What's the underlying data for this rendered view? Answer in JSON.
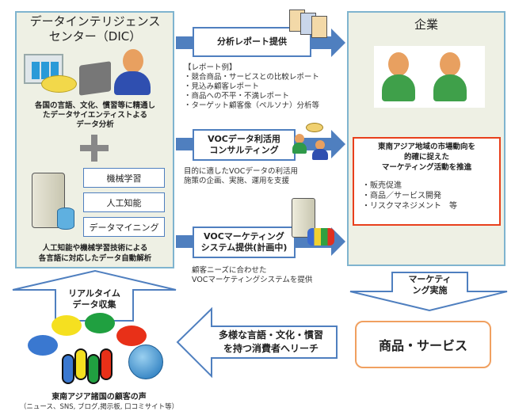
{
  "dic": {
    "title_line1": "データインテリジェンス",
    "title_line2": "センター（DIC）",
    "analyst_caption": [
      "各国の言語、文化、慣習等に精通し",
      "たデータサイエンティストよる",
      "データ分析"
    ],
    "tech": [
      "機械学習",
      "人工知能",
      "データマイニング"
    ],
    "auto_caption": [
      "人工知能や機械学習技術による",
      "各言語に対応したデータ自動解析"
    ]
  },
  "services": [
    {
      "label": [
        "分析レポート提供"
      ],
      "desc": [
        "【レポート例】",
        "・競合商品・サービスとの比較レポート",
        "・見込み顧客レポート",
        "・商品への不平・不満レポート",
        "・ターゲット顧客像（ペルソナ）分析等"
      ]
    },
    {
      "label": [
        "VOCデータ利活用",
        "コンサルティング"
      ],
      "desc": [
        "目的に適したVOCデータの利活用",
        "施策の企画、実施、運用を支援"
      ]
    },
    {
      "label": [
        "VOCマーケティング",
        "システム提供(計画中)"
      ],
      "desc": [
        "顧客ニーズに合わせた",
        "VOCマーケティングシステムを提供"
      ]
    }
  ],
  "company": {
    "title": "企業",
    "highlight": [
      "東南アジア地域の市場動向を",
      "的確に捉えた",
      "マーケティング活動を推進"
    ],
    "items": [
      "・販売促進",
      "・商品／サービス開発",
      "・リスクマネジメント　等"
    ]
  },
  "marketing_arrow": [
    "マーケティ",
    "ング実施"
  ],
  "product": "商品・サービス",
  "reach_arrow": [
    "多様な言語・文化・慣習",
    "を持つ消費者へリーチ"
  ],
  "collect_arrow": [
    "リアルタイム",
    "データ収集"
  ],
  "customers": {
    "title": "東南アジア諸国の顧客の声",
    "sub": "（ニュース、SNS, ブログ,掲示板, 口コミサイト等）"
  },
  "colors": {
    "arrow": "#4f7fbf",
    "panel": "#eef0e4",
    "highlight_border": "#e8401c",
    "product_border": "#f0a060"
  }
}
